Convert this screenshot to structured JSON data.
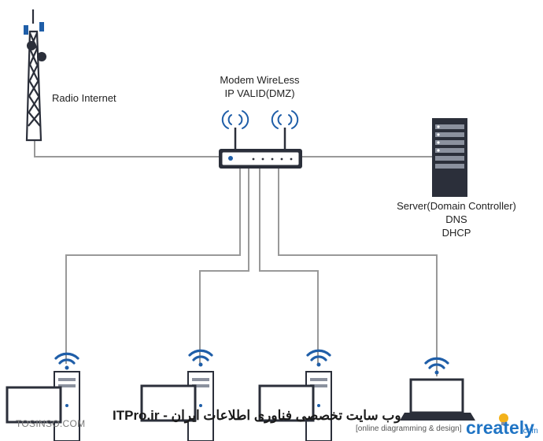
{
  "labels": {
    "radio": "Radio Internet",
    "modem_line1": "Modem WireLess",
    "modem_line2": "IP VALID(DMZ)",
    "server_line1": "Server(Domain Controller)",
    "server_line2": "DNS",
    "server_line3": "DHCP"
  },
  "watermarks": {
    "left": "TOSINSO.COM",
    "center": "ITPro.ir - وب سایت تخصصی فناوری اطلاعات ایران",
    "tagline": "[online diagramming & design]",
    "brand": "creately",
    "brand_tld": ".com"
  },
  "colors": {
    "line": "#999999",
    "device": "#2b2f3a",
    "wifi": "#1f5ea8",
    "brand": "#1f74c4"
  },
  "icons": [
    "radio-tower-icon",
    "wireless-router-icon",
    "server-rack-icon",
    "desktop-computer-icon",
    "laptop-icon",
    "wifi-signal-icon"
  ]
}
